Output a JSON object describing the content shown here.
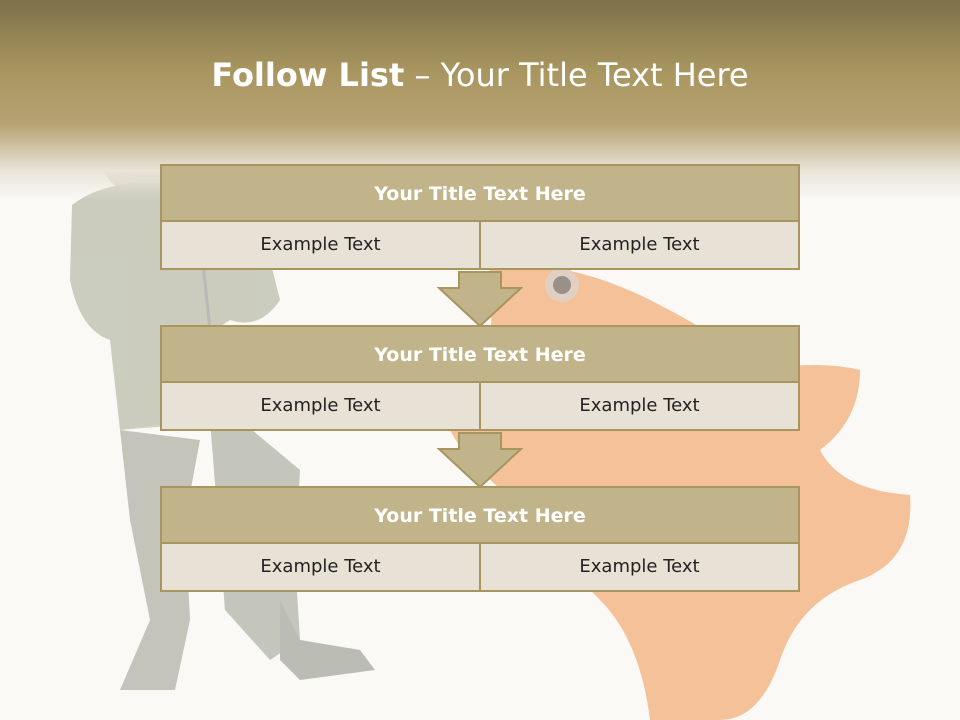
{
  "title": {
    "bold": "Follow List",
    "rest": " – Your Title Text Here"
  },
  "steps": [
    {
      "title": "Your Title Text Here",
      "left": "Example Text",
      "right": "Example Text"
    },
    {
      "title": "Your Title Text Here",
      "left": "Example Text",
      "right": "Example Text"
    },
    {
      "title": "Your Title Text Here",
      "left": "Example Text",
      "right": "Example Text"
    }
  ],
  "colors": {
    "accent": "#a8955f",
    "box_fill": "#c4b68d",
    "cell_fill": "#e8e2d6",
    "fish": "#f08a3c"
  },
  "icons": [
    "down-arrow-icon",
    "fisherman-image",
    "goldfish-image"
  ]
}
